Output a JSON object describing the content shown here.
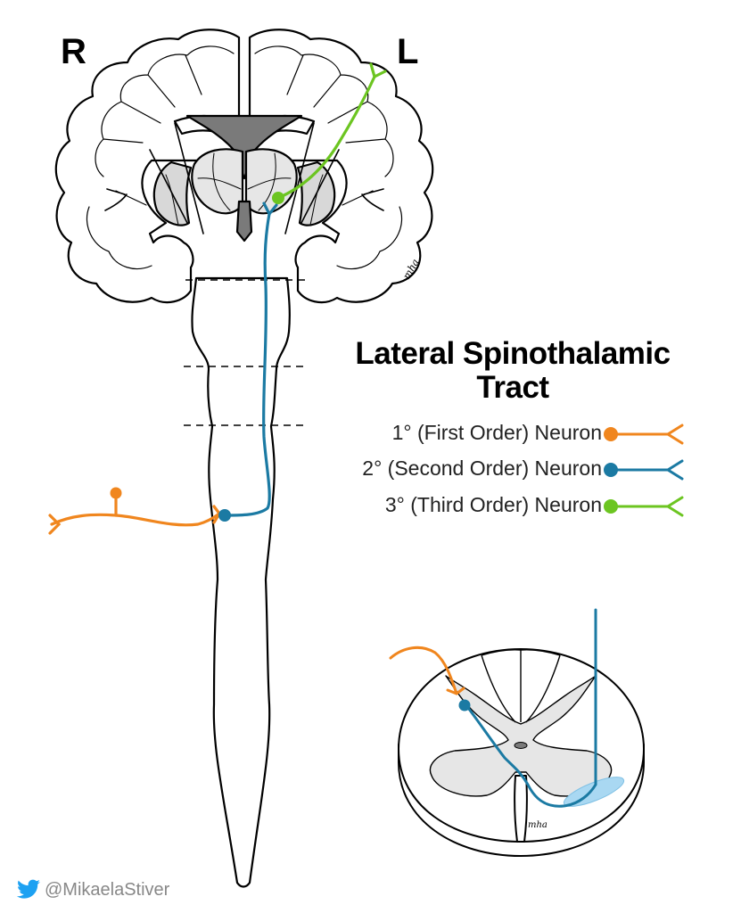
{
  "orientation": {
    "right": "R",
    "left": "L"
  },
  "title": {
    "line1": "Lateral Spinothalamic",
    "line2": "Tract"
  },
  "legend": [
    {
      "label": "1° (First Order) Neuron",
      "color": "#F0861E"
    },
    {
      "label": "2° (Second Order) Neuron",
      "color": "#1B7AA3"
    },
    {
      "label": "3° (Third Order) Neuron",
      "color": "#6CC521"
    }
  ],
  "colors": {
    "outline": "#000000",
    "gray_matter": "#E6E6E6",
    "ventricle": "#7A7A7A",
    "highlight": "#A9D8F2"
  },
  "signature": "mha",
  "credit": {
    "icon": "twitter-bird-icon",
    "handle": "@MikaelaStiver"
  }
}
